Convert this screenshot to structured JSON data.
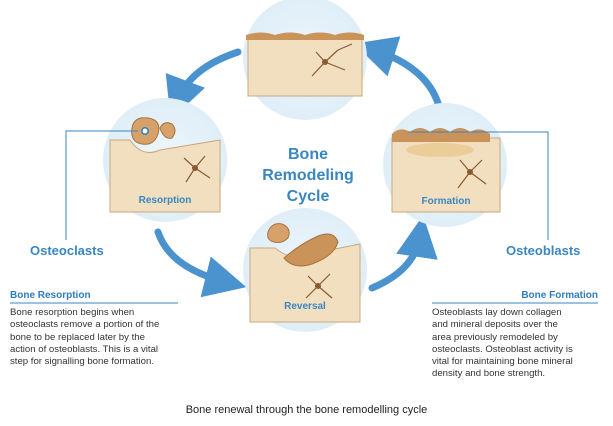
{
  "diagram": {
    "center_title_lines": [
      "Bone",
      "Remodeling",
      "Cycle"
    ],
    "stages": {
      "resorption": "Resorption",
      "formation": "Formation",
      "reversal": "Reversal"
    },
    "left_side_label": "Osteoclasts",
    "right_side_label": "Osteoblasts"
  },
  "left_panel": {
    "heading": "Bone Resorption",
    "lines": [
      "Bone resorption begins when",
      "osteoclasts remove a portion of the",
      "bone to be replaced later by the",
      "action of osteoblasts. This is a vital",
      "step for signalling bone formation."
    ]
  },
  "right_panel": {
    "heading": "Bone Formation",
    "lines": [
      "Osteoblasts lay down collagen",
      "and mineral deposits over the",
      "area previously remodeled by",
      "osteoclasts. Osteoblast activity is",
      "vital for maintaining bone mineral",
      "density and bone strength."
    ]
  },
  "caption": "Bone renewal through the bone remodelling cycle",
  "colors": {
    "accent": "#3a86c2",
    "arrow": "#4b93cf",
    "bone": "#f1dfc0",
    "cell": "#c9935a",
    "circle_bg": "#e6f1f8"
  }
}
